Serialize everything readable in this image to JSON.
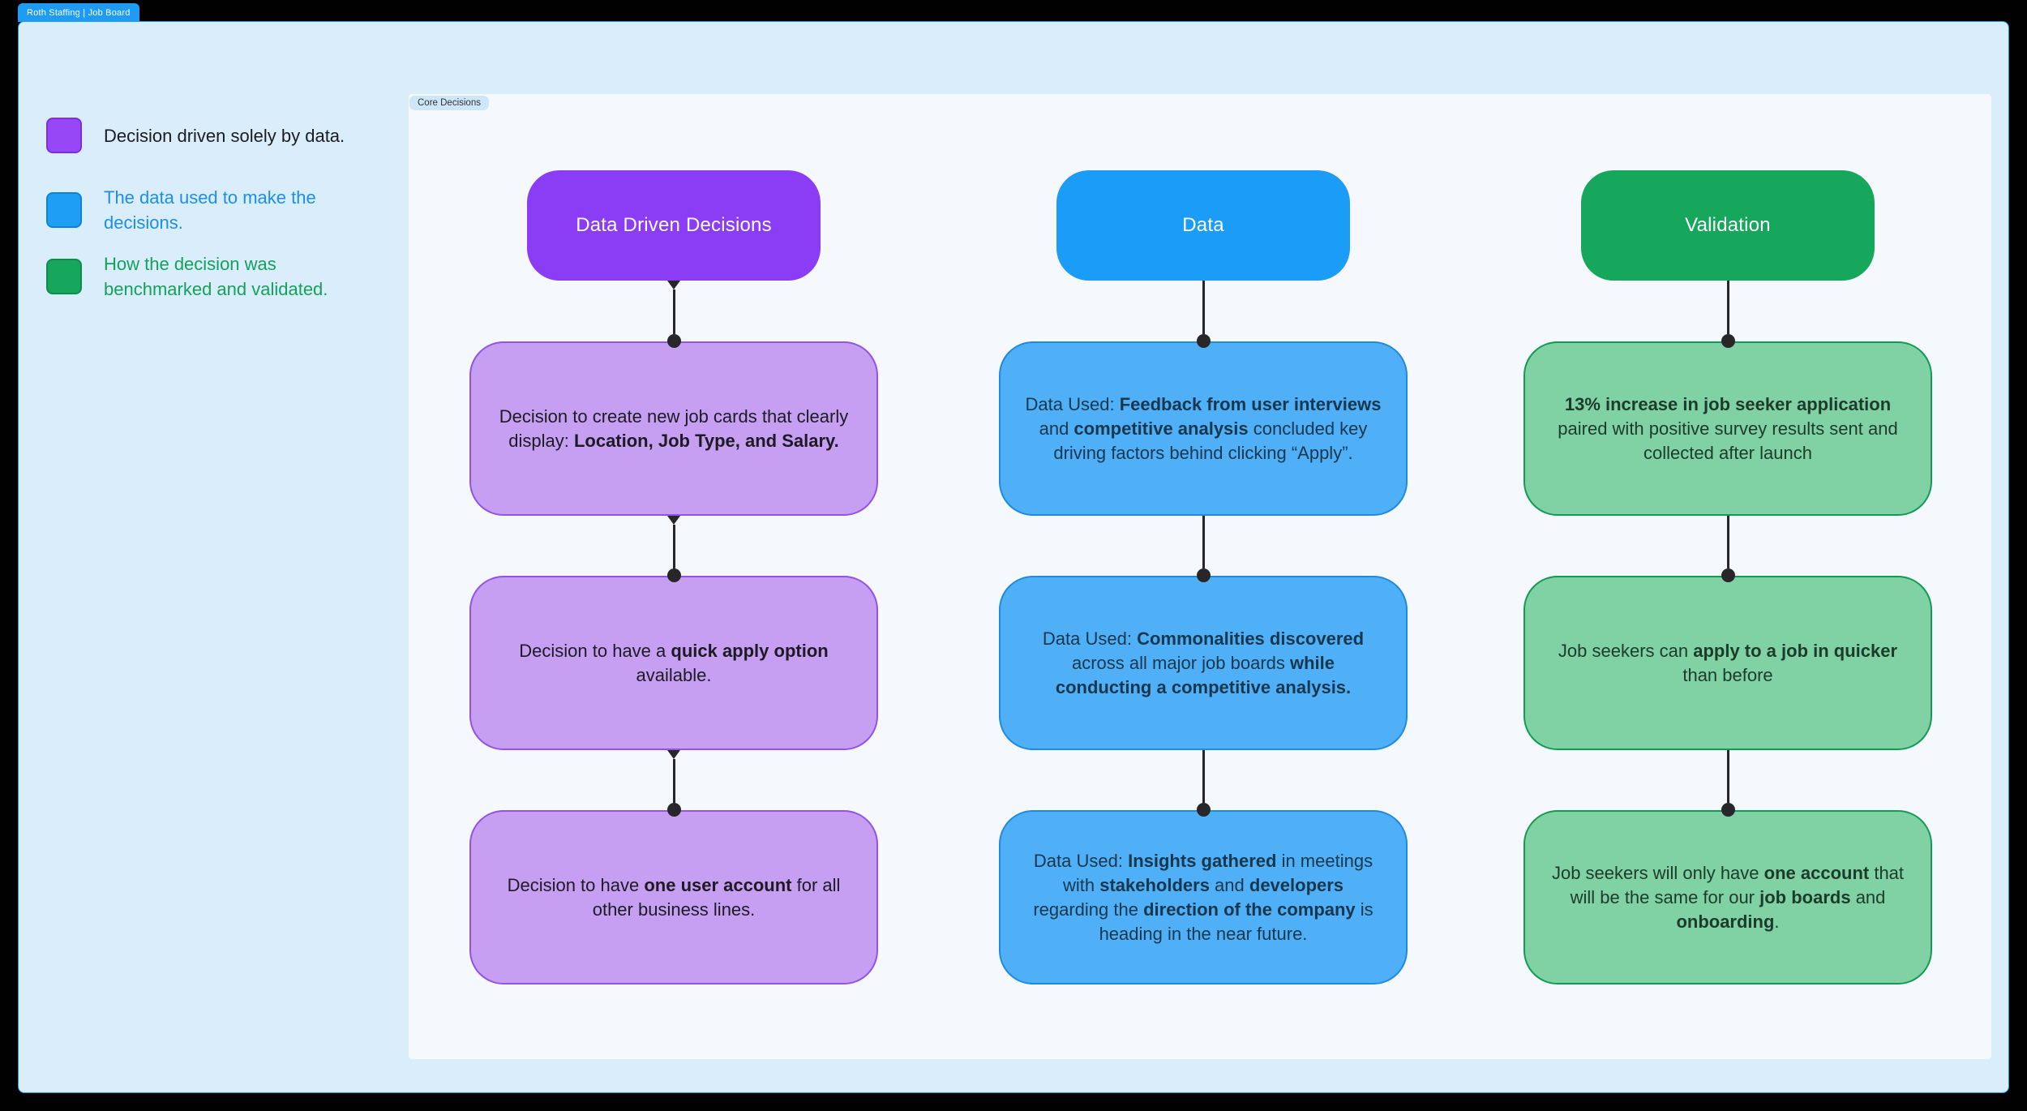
{
  "window": {
    "tab_label": "Roth Staffing | Job Board"
  },
  "colors": {
    "app_background": "#010101",
    "panel_background": "#d9edfb",
    "panel_border": "#1e96f0",
    "canvas_background": "#f5f9fd",
    "connector": "#27272a"
  },
  "legend": {
    "items": [
      {
        "label": "Decision driven solely by data.",
        "swatch_color": "#9747f5",
        "text_color": "#1c1c20"
      },
      {
        "label": "The data used to make the decisions.",
        "swatch_color": "#1f9ef5",
        "text_color": "#1b8ef0"
      },
      {
        "label": "How the decision was benchmarked and validated.",
        "swatch_color": "#16a75c",
        "text_color": "#15a15b"
      }
    ]
  },
  "board": {
    "frame_label": "Core Decisions",
    "columns": [
      {
        "id": "data-driven-decisions",
        "header": "Data Driven Decisions",
        "has_arrowheads": true,
        "colors": {
          "header_bg": "#8b3cf5",
          "header_text": "#ffffff",
          "box_bg": "#c79ff2",
          "box_border": "#9352e8",
          "box_text": "#1e1a24"
        },
        "boxes": [
          {
            "segments": [
              {
                "text": "Decision to create new job cards that clearly display: ",
                "bold": false
              },
              {
                "text": "Location, Job Type, and Salary.",
                "bold": true
              }
            ]
          },
          {
            "segments": [
              {
                "text": "Decision to have a ",
                "bold": false
              },
              {
                "text": "quick apply option",
                "bold": true
              },
              {
                "text": " available.",
                "bold": false
              }
            ]
          },
          {
            "segments": [
              {
                "text": "Decision to have ",
                "bold": false
              },
              {
                "text": "one user account",
                "bold": true
              },
              {
                "text": " for all other business lines.",
                "bold": false
              }
            ]
          }
        ]
      },
      {
        "id": "data",
        "header": "Data",
        "has_arrowheads": false,
        "colors": {
          "header_bg": "#1b9cf6",
          "header_text": "#ffffff",
          "box_bg": "#4fb0f7",
          "box_border": "#2089e0",
          "box_text": "#17374e"
        },
        "boxes": [
          {
            "segments": [
              {
                "text": "Data Used: ",
                "bold": false
              },
              {
                "text": "Feedback from user interviews",
                "bold": true
              },
              {
                "text": " and ",
                "bold": false
              },
              {
                "text": "competitive analysis",
                "bold": true
              },
              {
                "text": " concluded key driving factors behind clicking “Apply”.",
                "bold": false
              }
            ]
          },
          {
            "segments": [
              {
                "text": "Data Used: ",
                "bold": false
              },
              {
                "text": "Commonalities discovered",
                "bold": true
              },
              {
                "text": " across all major job boards ",
                "bold": false
              },
              {
                "text": "while conducting a competitive analysis.",
                "bold": true
              }
            ]
          },
          {
            "segments": [
              {
                "text": "Data Used: ",
                "bold": false
              },
              {
                "text": "Insights gathered",
                "bold": true
              },
              {
                "text": " in meetings with ",
                "bold": false
              },
              {
                "text": "stakeholders",
                "bold": true
              },
              {
                "text": " and ",
                "bold": false
              },
              {
                "text": "developers",
                "bold": true
              },
              {
                "text": " regarding the ",
                "bold": false
              },
              {
                "text": "direction of the company",
                "bold": true
              },
              {
                "text": " is heading in the near future.",
                "bold": false
              }
            ]
          }
        ]
      },
      {
        "id": "validation",
        "header": "Validation",
        "has_arrowheads": false,
        "colors": {
          "header_bg": "#16a65c",
          "header_text": "#ffffff",
          "box_bg": "#80d2a4",
          "box_border": "#129c52",
          "box_text": "#1d3b2b"
        },
        "boxes": [
          {
            "segments": [
              {
                "text": "13% increase in job seeker application",
                "bold": true
              },
              {
                "text": " paired with positive survey results sent and collected after launch",
                "bold": false
              }
            ]
          },
          {
            "segments": [
              {
                "text": "Job seekers can ",
                "bold": false
              },
              {
                "text": "apply to a job in quicker",
                "bold": true
              },
              {
                "text": " than before",
                "bold": false
              }
            ]
          },
          {
            "segments": [
              {
                "text": "Job seekers will only have ",
                "bold": false
              },
              {
                "text": "one account",
                "bold": true
              },
              {
                "text": " that will be the same for our ",
                "bold": false
              },
              {
                "text": "job boards",
                "bold": true
              },
              {
                "text": " and ",
                "bold": false
              },
              {
                "text": "onboarding",
                "bold": true
              },
              {
                "text": ".",
                "bold": false
              }
            ]
          }
        ]
      }
    ]
  }
}
